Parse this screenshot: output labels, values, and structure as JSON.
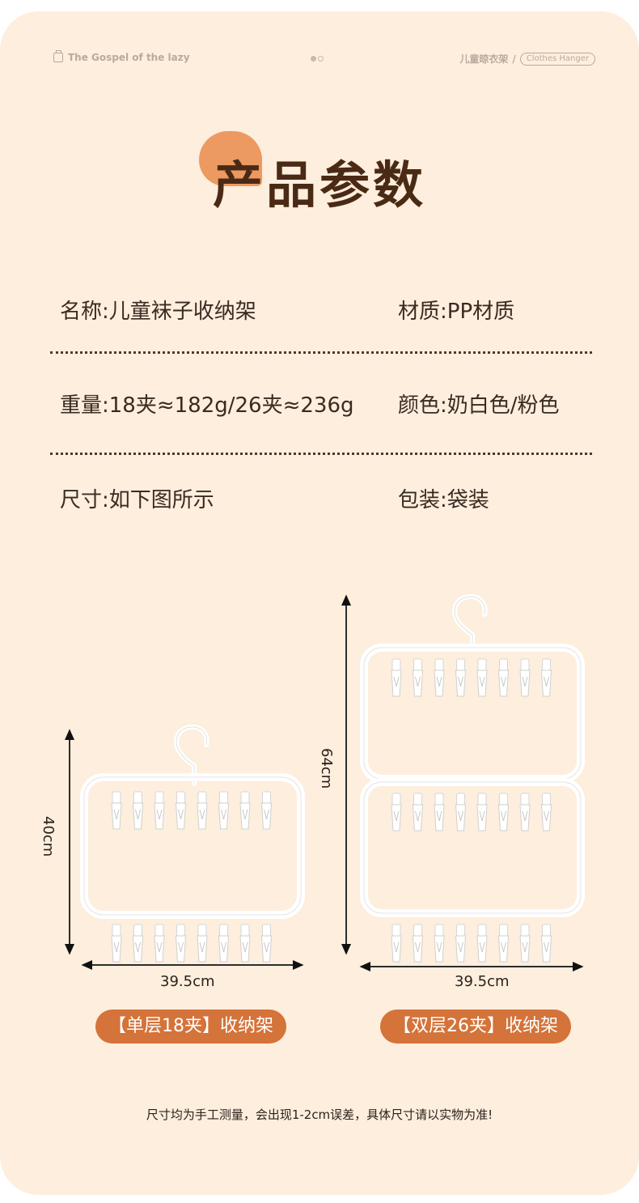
{
  "header": {
    "brand": "The Gospel of the lazy",
    "category": "儿童晾衣架",
    "separator": "/",
    "category_en": "Clothes Hanger"
  },
  "title": "产品参数",
  "specs": [
    {
      "left": "名称:儿童袜子收纳架",
      "right": "材质:PP材质"
    },
    {
      "left": "重量:18夹≈182g/26夹≈236g",
      "right": "颜色:奶白色/粉色"
    },
    {
      "left": "尺寸:如下图所示",
      "right": "包装:袋装"
    }
  ],
  "products": [
    {
      "height": "40cm",
      "width": "39.5cm",
      "label": "【单层18夹】收纳架"
    },
    {
      "height": "64cm",
      "width": "39.5cm",
      "label": "【双层26夹】收纳架"
    }
  ],
  "note": "尺寸均为手工测量，会出现1-2cm误差，具体尺寸请以实物为准!",
  "colors": {
    "accent": "#d4733a",
    "blob": "#ec9a62",
    "title": "#4b2a15",
    "background": "#fdeedd"
  }
}
